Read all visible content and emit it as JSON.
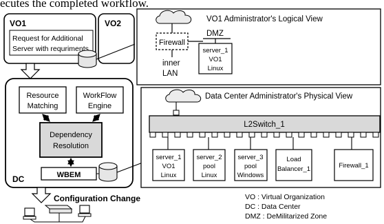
{
  "caption_fragment": "ecutes the completed workflow.",
  "vo1": {
    "title": "VO1",
    "request_line1": "Request for Additional",
    "request_line2": "Server with requriments"
  },
  "vo2": {
    "title": "VO2"
  },
  "dc": {
    "label": "DC",
    "resource_matching": [
      "Resource",
      "Matching"
    ],
    "workflow_engine": [
      "WorkFlow",
      "Engine"
    ],
    "dependency_resolution": [
      "Dependency",
      "Resolution"
    ],
    "wbem": "WBEM"
  },
  "configuration_change": "Configuration Change",
  "logical_view": {
    "title": "VO1 Administrator's Logical View",
    "dmz": "DMZ",
    "firewall": "Firewall",
    "inner_lan": [
      "inner",
      "LAN"
    ],
    "server": [
      "server_1",
      "VO1",
      "Linux"
    ]
  },
  "physical_view": {
    "title": "Data Center Administrator's Physical View",
    "switch": "L2Switch_1",
    "nodes": [
      [
        "server_1",
        "VO1",
        "Linux"
      ],
      [
        "server_2",
        "pool",
        "Linux"
      ],
      [
        "server_3",
        "pool",
        "Windows"
      ],
      [
        "Load",
        "Balancer_1"
      ],
      [
        "Firewall_1"
      ]
    ]
  },
  "legend": [
    "VO : Virtual Organization",
    "DC : Data Center",
    "DMZ : DeMilitarized Zone"
  ],
  "colors": {
    "dependency_fill": "#d9d9d9",
    "switch_fill": "#d9d9d9",
    "cylinder_fill": "#e6e6e6"
  }
}
